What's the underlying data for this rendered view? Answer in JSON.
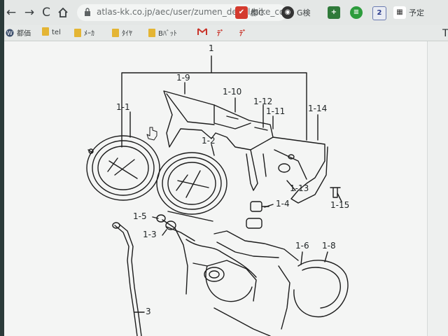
{
  "browser": {
    "url": "atlas-kk.co.jp/aec/user/zumen_detail/bike_co...",
    "extensions": [
      {
        "name": "bookmark-c",
        "label": "都C"
      },
      {
        "name": "google-search",
        "label": "G検"
      },
      {
        "name": "task",
        "label": "予定"
      }
    ]
  },
  "bookmarks": [
    {
      "label": "都価"
    },
    {
      "label": "tel"
    },
    {
      "label": "ﾒｰｶ"
    },
    {
      "label": "ﾀｲﾔ"
    },
    {
      "label": "Bﾊﾞｯﾄ"
    }
  ],
  "diagram": {
    "labels": {
      "p1": "1",
      "p1_1": "1-1",
      "p1_2": "1-2",
      "p1_3": "1-3",
      "p1_4": "1-4",
      "p1_5": "1-5",
      "p1_6": "1-6",
      "p1_8": "1-8",
      "p1_9": "1-9",
      "p1_10": "1-10",
      "p1_11": "1-11",
      "p1_12": "1-12",
      "p1_13": "1-13",
      "p1_14": "1-14",
      "p1_15": "1-15",
      "p3": "3"
    }
  },
  "side_text": "T"
}
